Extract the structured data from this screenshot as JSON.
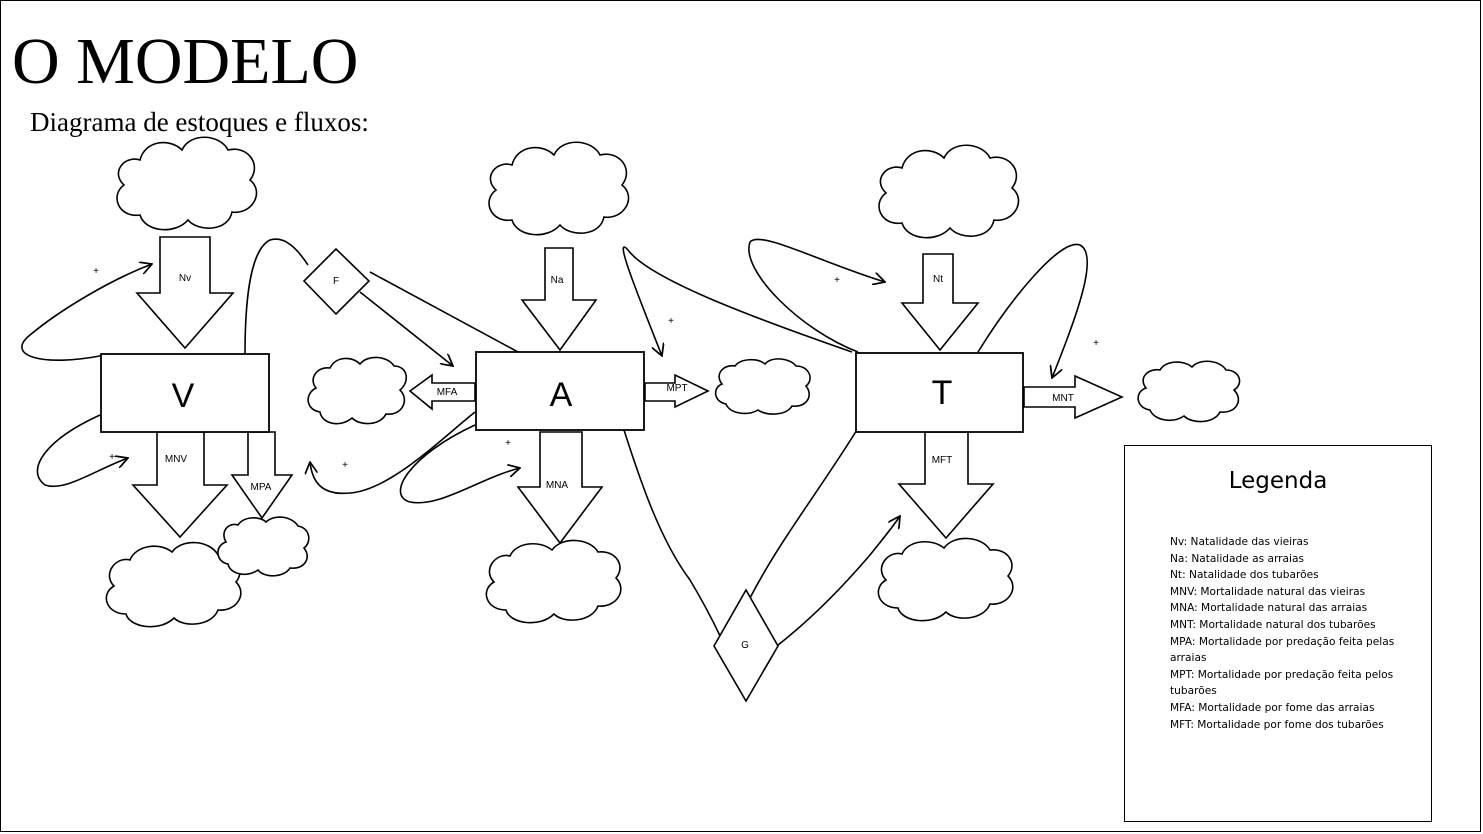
{
  "page": {
    "title": "O MODELO",
    "subtitle": "Diagrama de estoques e fluxos:"
  },
  "stocks": {
    "V": "V",
    "A": "A",
    "T": "T"
  },
  "flows": {
    "Nv": "Nv",
    "Na": "Na",
    "Nt": "Nt",
    "MNV": "MNV",
    "MPA": "MPA",
    "MFA": "MFA",
    "MPT": "MPT",
    "MNA": "MNA",
    "MFT": "MFT",
    "MNT": "MNT"
  },
  "converters": {
    "F": "F",
    "G": "G"
  },
  "polarity_sign": "+",
  "legend": {
    "title": "Legenda",
    "items": [
      "Nv: Natalidade das vieiras",
      "Na: Natalidade as arraias",
      "Nt: Natalidade dos tubarões",
      "MNV: Mortalidade natural das vieiras",
      "MNA: Mortalidade natural das arraias",
      "MNT: Mortalidade natural dos tubarões",
      "MPA: Mortalidade por predação feita pelas arraias",
      "MPT: Mortalidade por predação feita pelos tubarões",
      "MFA: Mortalidade por fome das arraias",
      "MFT: Mortalidade por fome dos tubarões"
    ]
  },
  "colors": {
    "ink": "#000000",
    "background": "#ffffff"
  }
}
